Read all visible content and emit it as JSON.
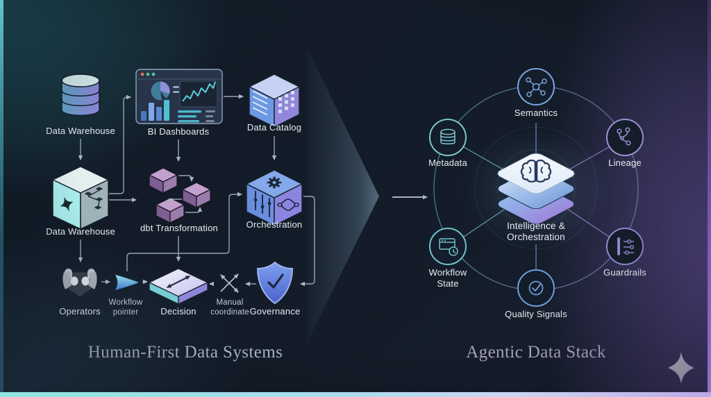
{
  "left": {
    "title": "Human-First Data Systems",
    "nodes": {
      "warehouse_db": {
        "label": "Data Warehouse"
      },
      "bi": {
        "label": "BI Dashboards"
      },
      "catalog": {
        "label": "Data Catalog"
      },
      "warehouse_engine": {
        "label": "Data Warehouse"
      },
      "dbt": {
        "label": "dbt Transformation"
      },
      "orchestration": {
        "label": "Orchestration"
      },
      "operators": {
        "label": "Operators"
      },
      "pointer": {
        "line1": "Workflow",
        "line2": "pointer"
      },
      "decision": {
        "label": "Decision"
      },
      "manual": {
        "line1": "Manual",
        "line2": "coordinate"
      },
      "governance": {
        "label": "Governance"
      }
    }
  },
  "right": {
    "title": "Agentic Data Stack",
    "center": {
      "line1": "Intelligence &",
      "line2": "Orchestration"
    },
    "nodes": {
      "semantics": {
        "label": "Semantics"
      },
      "metadata": {
        "label": "Metadata"
      },
      "lineage": {
        "label": "Lineage"
      },
      "workflow_state": {
        "line1": "Workflow",
        "line2": "State"
      },
      "guardrails": {
        "label": "Guardrails"
      },
      "quality_signals": {
        "label": "Quality Signals"
      }
    }
  },
  "colors": {
    "background": "#131c28",
    "teal_accent": "#6fc8d0",
    "blue_accent": "#7aa7e0",
    "purple_accent": "#9b8fd6",
    "bottom_bar_left": "#8ee4de",
    "bottom_bar_right": "#b9a9e6",
    "title_text": "#adb8c8",
    "label_text": "#e8edf3"
  }
}
